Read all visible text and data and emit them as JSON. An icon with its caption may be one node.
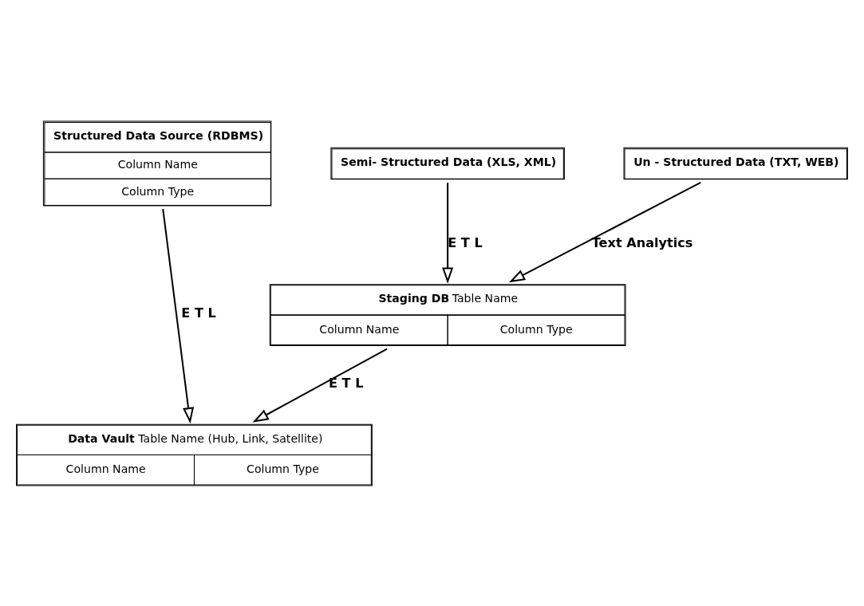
{
  "diagram": {
    "nodes": [
      {
        "text": [
          "Structured Data Source (RDBMS)",
          "Column Name",
          "Column Type"
        ]
      },
      {
        "text": [
          "Semi- Structured Data (XLS, XML)"
        ]
      },
      {
        "text": [
          "Un - Structured Data (TXT, WEB)"
        ]
      },
      {
        "text": [
          "**Staging DB** Table Name",
          "Column Name",
          "Column Type"
        ]
      },
      {
        "text": [
          "**Data Vault** Table Name (Hub, Link, Satellite)",
          "Column Name",
          "Column Type"
        ]
      }
    ],
    "edges": [
      {
        "from": 1,
        "to": 3,
        "arrow": "to",
        "label": "E T L"
      },
      {
        "from": 2,
        "to": 3,
        "arrow": "to",
        "label": "Text Analytics"
      },
      {
        "from": 0,
        "to": 4,
        "arrow": "to",
        "label": "E T L"
      },
      {
        "from": 3,
        "to": 4,
        "arrow": "to",
        "label": "E T L"
      }
    ]
  }
}
